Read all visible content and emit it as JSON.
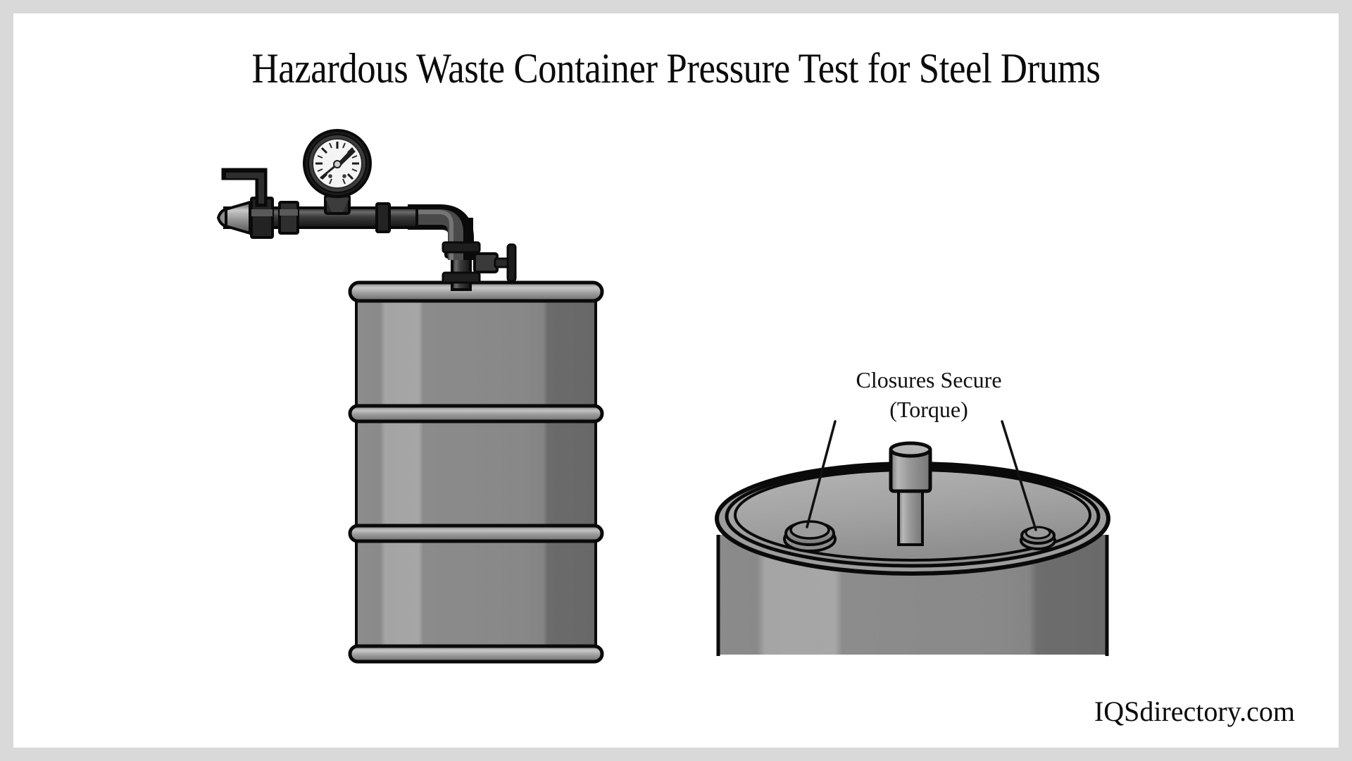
{
  "page": {
    "title": "Hazardous Waste Container Pressure Test for Steel Drums",
    "watermark": "IQSdirectory.com",
    "background_color": "#ffffff",
    "border_color": "#d9d9d9"
  },
  "annotations": {
    "closures": {
      "line1": "Closures Secure",
      "line2": "(Torque)"
    }
  },
  "figures": {
    "left_drum": {
      "name": "Steel drum with pressure test pipe assembly",
      "components": [
        "conical-nozzle-tip",
        "tee-fitting-with-lever-handle",
        "hex-coupling",
        "horizontal-pipe",
        "pressure-gauge",
        "elbow-90-degree",
        "gate-valve-with-handwheel",
        "vertical-drop-pipe",
        "drum-top-chime",
        "rolling-hoop-upper",
        "rolling-hoop-lower",
        "drum-bottom-chime"
      ],
      "gauge": {
        "name": "pressure-gauge",
        "dial_face_color": "#f2f2f2",
        "bezel_color": "#1c1c1c",
        "needle_direction": "up-right"
      }
    },
    "right_drum": {
      "name": "Steel drum top view showing closures",
      "components": [
        "drum-top-ellipse",
        "top-chime-ring",
        "large-bung-closure",
        "small-bung-closure",
        "center-test-fitting",
        "drum-body-cutoff"
      ]
    }
  },
  "colors": {
    "outline": "#0a0a0a",
    "steel_mid": "#8a8a8a",
    "steel_light": "#a6a6a6",
    "steel_dark": "#6d6d6d",
    "steel_darker": "#5e5e5e",
    "pipe_dark": "#2b2b2b",
    "pipe_black": "#111111"
  }
}
